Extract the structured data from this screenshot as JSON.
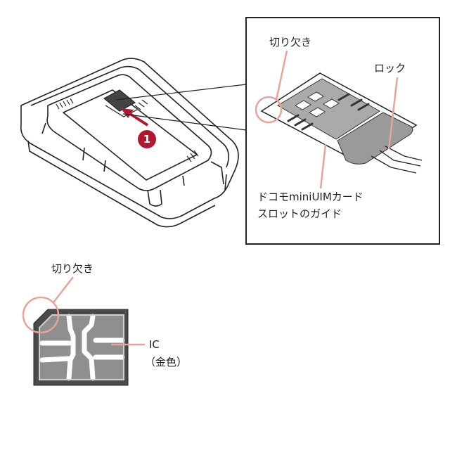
{
  "labels": {
    "notch_top": "切り欠き",
    "lock": "ロック",
    "slot_guide_line1": "ドコモminiUIMカード",
    "slot_guide_line2": "スロットのガイド",
    "notch_bottom": "切り欠き",
    "ic": "IC",
    "ic_gold": "（金色）"
  },
  "step": {
    "number": "1"
  },
  "colors": {
    "line": "#222222",
    "accent_pink": "#e6a59b",
    "step_badge": "#b3172f",
    "card_gray": "#aaaaaa",
    "card_dark": "#555555"
  }
}
